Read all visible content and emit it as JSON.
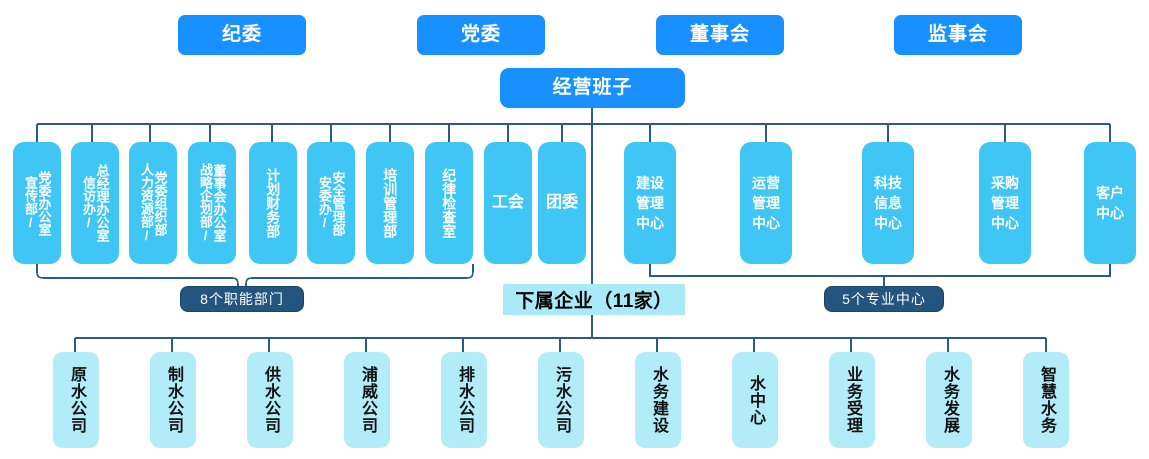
{
  "chart_title": "",
  "colors": {
    "governance_blue": "#1890ff",
    "department_blue": "#3fc6f4",
    "caption_navy": "#23557f",
    "caption_cyan": "#a8eaf7",
    "subsidiary_cyan": "#b3ecf9",
    "connector": "#2a5d86",
    "text_light": "#ffffff",
    "text_dark": "#111111"
  },
  "governance": {
    "items": [
      {
        "label": "纪委"
      },
      {
        "label": "党委"
      },
      {
        "label": "董事会"
      },
      {
        "label": "监事会"
      }
    ]
  },
  "executive": {
    "label": "经营班子"
  },
  "functional_departments": {
    "caption": "8个职能部门",
    "count": 8,
    "items": [
      {
        "line1": "宣传部/",
        "line2": "党委办公室",
        "full": "宣传部/党委办公室"
      },
      {
        "line1": "信访办/",
        "line2": "总经理办公室",
        "full": "信访办/总经理办公室"
      },
      {
        "line1": "人力资源部/",
        "line2": "党委组织部",
        "full": "人力资源部/党委组织部"
      },
      {
        "line1": "战略企划部/",
        "line2": "董事会办公室",
        "full": "战略企划部/董事会办公室"
      },
      {
        "line1": "计划财务部",
        "line2": "",
        "full": "计划财务部"
      },
      {
        "line1": "安委办/",
        "line2": "安全管理部",
        "full": "安委办/安全管理部"
      },
      {
        "line1": "培训管理部",
        "line2": "",
        "full": "培训管理部"
      },
      {
        "line1": "纪律检查室",
        "line2": "",
        "full": "纪律检查室"
      }
    ]
  },
  "mass_organizations": {
    "items": [
      {
        "label": "工会"
      },
      {
        "label": "团委"
      }
    ]
  },
  "professional_centers": {
    "caption": "5个专业中心",
    "count": 5,
    "items": [
      {
        "lines": [
          "建设",
          "管理",
          "中心"
        ],
        "full": "建设管理中心"
      },
      {
        "lines": [
          "运营",
          "管理",
          "中心"
        ],
        "full": "运营管理中心"
      },
      {
        "lines": [
          "科技",
          "信息",
          "中心"
        ],
        "full": "科技信息中心"
      },
      {
        "lines": [
          "采购",
          "管理",
          "中心"
        ],
        "full": "采购管理中心"
      },
      {
        "lines": [
          "客户",
          "中心"
        ],
        "full": "客户中心"
      }
    ]
  },
  "subsidiaries": {
    "caption": "下属企业（11家）",
    "count": 11,
    "items": [
      {
        "label": "原水公司"
      },
      {
        "label": "制水公司"
      },
      {
        "label": "供水公司"
      },
      {
        "label": "浦威公司"
      },
      {
        "label": "排水公司"
      },
      {
        "label": "污水公司"
      },
      {
        "label": "水务建设"
      },
      {
        "label": "水中心"
      },
      {
        "label": "业务受理"
      },
      {
        "label": "水务发展"
      },
      {
        "label": "智慧水务"
      }
    ]
  }
}
